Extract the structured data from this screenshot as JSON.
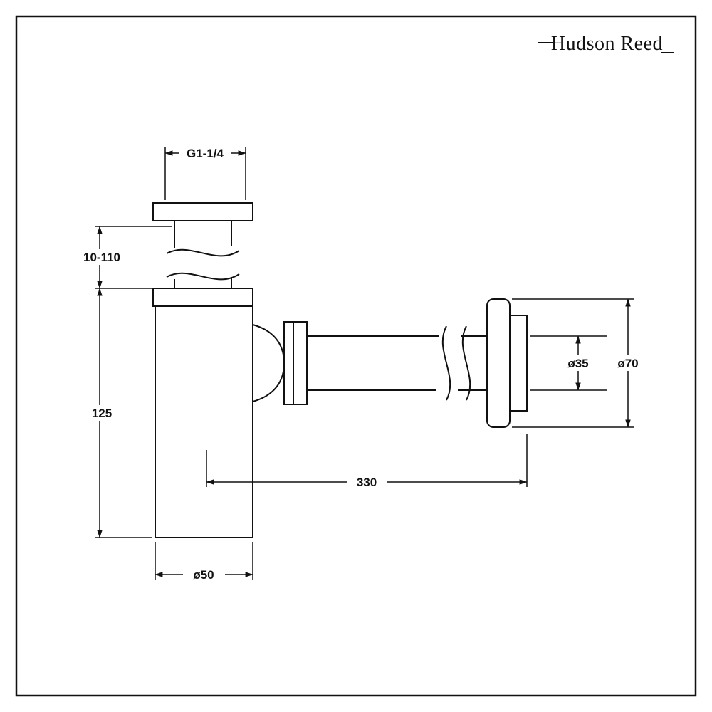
{
  "brand": {
    "name": "Hudson Reed"
  },
  "drawing": {
    "dimensions": {
      "inlet_thread": "G1-1/4",
      "inlet_height_range": "10-110",
      "body_height": "125",
      "body_diameter": "ø50",
      "outlet_length": "330",
      "outlet_pipe_diameter": "ø35",
      "wall_flange_diameter": "ø70"
    }
  }
}
